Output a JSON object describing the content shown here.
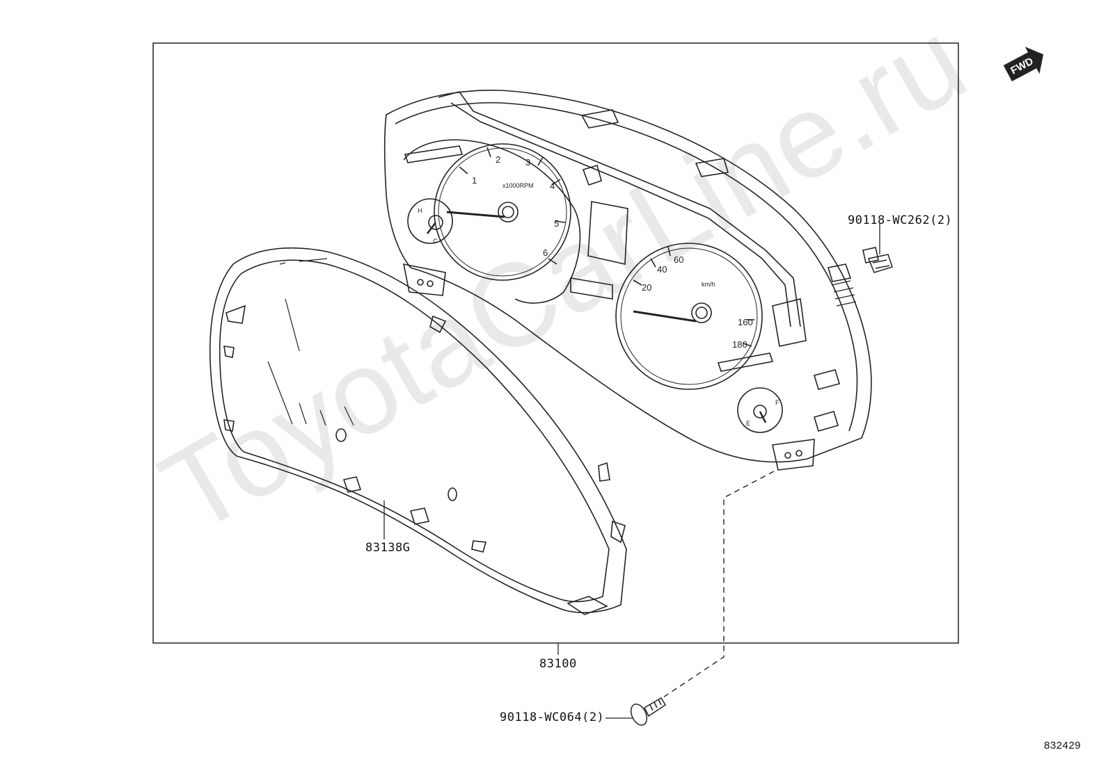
{
  "watermark": "ToyotaCarLine.ru",
  "fwd_label": "FWD",
  "drawing_id": "832429",
  "parts": {
    "combination_meter": "83100",
    "meter_glass": "83138G",
    "upper_clip": "90118-WC262(2)",
    "screw": "90118-WC064(2)"
  },
  "dials": {
    "tach_unit": "x1000RPM",
    "tach_ticks": [
      "1",
      "2",
      "3",
      "4",
      "5",
      "6"
    ],
    "speed_unit": "km/h",
    "speed_ticks": [
      "20",
      "40",
      "60",
      "160",
      "180"
    ],
    "temp_hot": "H",
    "temp_cold": "C",
    "fuel_empty": "E",
    "fuel_full": "F"
  }
}
